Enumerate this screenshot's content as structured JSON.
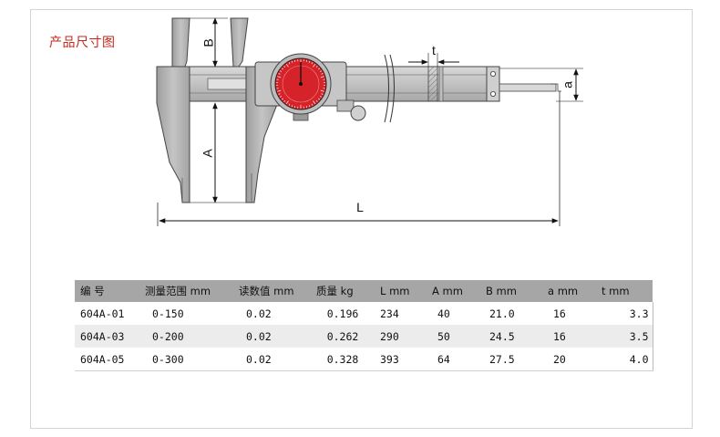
{
  "section_title": "产品尺寸图",
  "diagram_labels": {
    "B": "B",
    "A": "A",
    "L": "L",
    "a": "a",
    "t": "t"
  },
  "table": {
    "headers": [
      "编  号",
      "测量范围 mm",
      "读数值 mm",
      "质量 kg",
      "L mm",
      "A mm",
      "B mm",
      "a mm",
      "t mm"
    ],
    "rows": [
      [
        "604A-01",
        "0-150",
        "0.02",
        "0.196",
        "234",
        "40",
        "21.0",
        "16",
        "3.3"
      ],
      [
        "604A-03",
        "0-200",
        "0.02",
        "0.262",
        "290",
        "50",
        "24.5",
        "16",
        "3.5"
      ],
      [
        "604A-05",
        "0-300",
        "0.02",
        "0.328",
        "393",
        "64",
        "27.5",
        "20",
        "4.0"
      ]
    ]
  },
  "colors": {
    "title": "#c0281c",
    "header_bg": "#a6a6a6",
    "row_alt_bg": "#ececec",
    "caliper_body": "#b5b5b5",
    "dial_face": "#d6232a"
  }
}
